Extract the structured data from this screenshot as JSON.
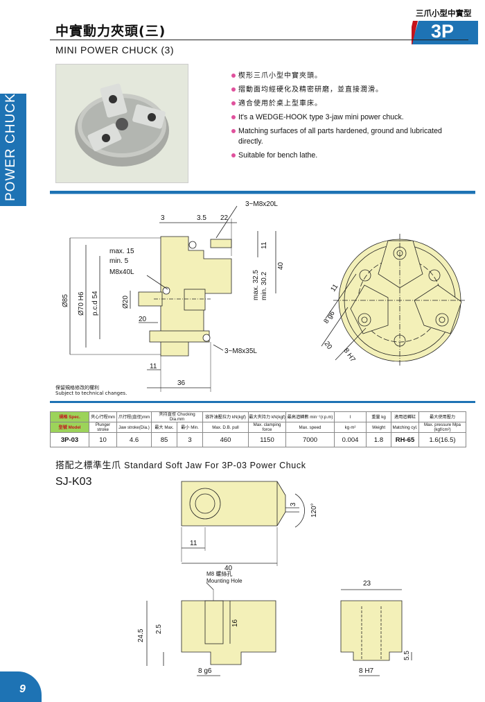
{
  "sidebar": {
    "label": "POWER CHUCK"
  },
  "page_number": "9",
  "header": {
    "category_label": "三爪小型中實型",
    "model_code": "3P",
    "title_zh": "中實動力夾頭(三)",
    "title_en": "MINI POWER CHUCK (3)"
  },
  "features": [
    "楔形三爪小型中實夾頭。",
    "摺動面均經硬化及精密研磨，並直接潤滑。",
    "適合使用於桌上型車床。",
    "It's a WEDGE-HOOK type 3-jaw mini power chuck.",
    "Matching surfaces of all parts hardened, ground and lubricated directly.",
    "Suitable for bench lathe."
  ],
  "drawing": {
    "dims": {
      "d3": "3",
      "d3_5": "3.5",
      "d22": "22",
      "bolt_top": "3~M8x20L",
      "max15": "max. 15",
      "min5": "min. 5",
      "m8x40": "M8x40L",
      "d11_top": "11",
      "d40": "40",
      "max32": "max. 32.5",
      "min30": "min. 30.2",
      "d85": "Ø85",
      "d70": "Ø70 H6",
      "pcd": "p.c.d 54",
      "d20v": "Ø20",
      "d20": "20",
      "bolt_bot": "3~M8x35L",
      "d11_bot": "11",
      "d36": "36",
      "f11": "11",
      "f8g6": "8 g6",
      "f20": "20",
      "f8h7": "8 H7"
    },
    "note_zh": "保留規格修改的權利",
    "note_en": "Subject to technical changes."
  },
  "spec_table": {
    "headers_zh": [
      "規格 Spec.",
      "夾心行程mm",
      "爪行程(直徑)mm",
      "夾持直徑 Chucking Dia.mm",
      "容許油壓拉力 kN(kgf)",
      "最大夾持力 kN(kgf)",
      "最高迴轉數 min⁻¹(r.p.m)",
      "I",
      "重量 kg",
      "適用迴轉缸",
      "最大使用壓力"
    ],
    "headers_en": [
      "型號 Model",
      "Plunger stroke",
      "Jaw stroke(Dia.)",
      "最大 Max.",
      "最小 Min.",
      "Max. D.B. pull",
      "Max. clamping force",
      "Max. speed",
      "kg·m²",
      "Weight",
      "Matching cyl.",
      "Max. pressure Mpa (kgf/cm²)"
    ],
    "row": [
      "3P-03",
      "10",
      "4.6",
      "85",
      "3",
      "460",
      "1150",
      "7000",
      "0.004",
      "1.8",
      "RH-65",
      "1.6(16.5)"
    ]
  },
  "soft_jaw": {
    "title_zh": "搭配之標準生爪",
    "title_en": "Standard Soft Jaw For 3P-03 Power Chuck",
    "model": "SJ-K03",
    "dims": {
      "a3": "3",
      "a120": "120°",
      "a11": "11",
      "a40": "40",
      "mount_zh": "M8 螺絲孔",
      "mount_en": "Mounting Hole",
      "b24": "24.5",
      "b2": "2.5",
      "b16": "16",
      "b8g6": "8 g6",
      "c23": "23",
      "c55": "5.5",
      "c8h7": "8 H7"
    }
  },
  "colors": {
    "accent_blue": "#1e73b4",
    "part_fill": "#f3f0b8",
    "bullet": "#e0529d",
    "model_cell": "#9cd35a",
    "badge_red": "#c4121b"
  }
}
